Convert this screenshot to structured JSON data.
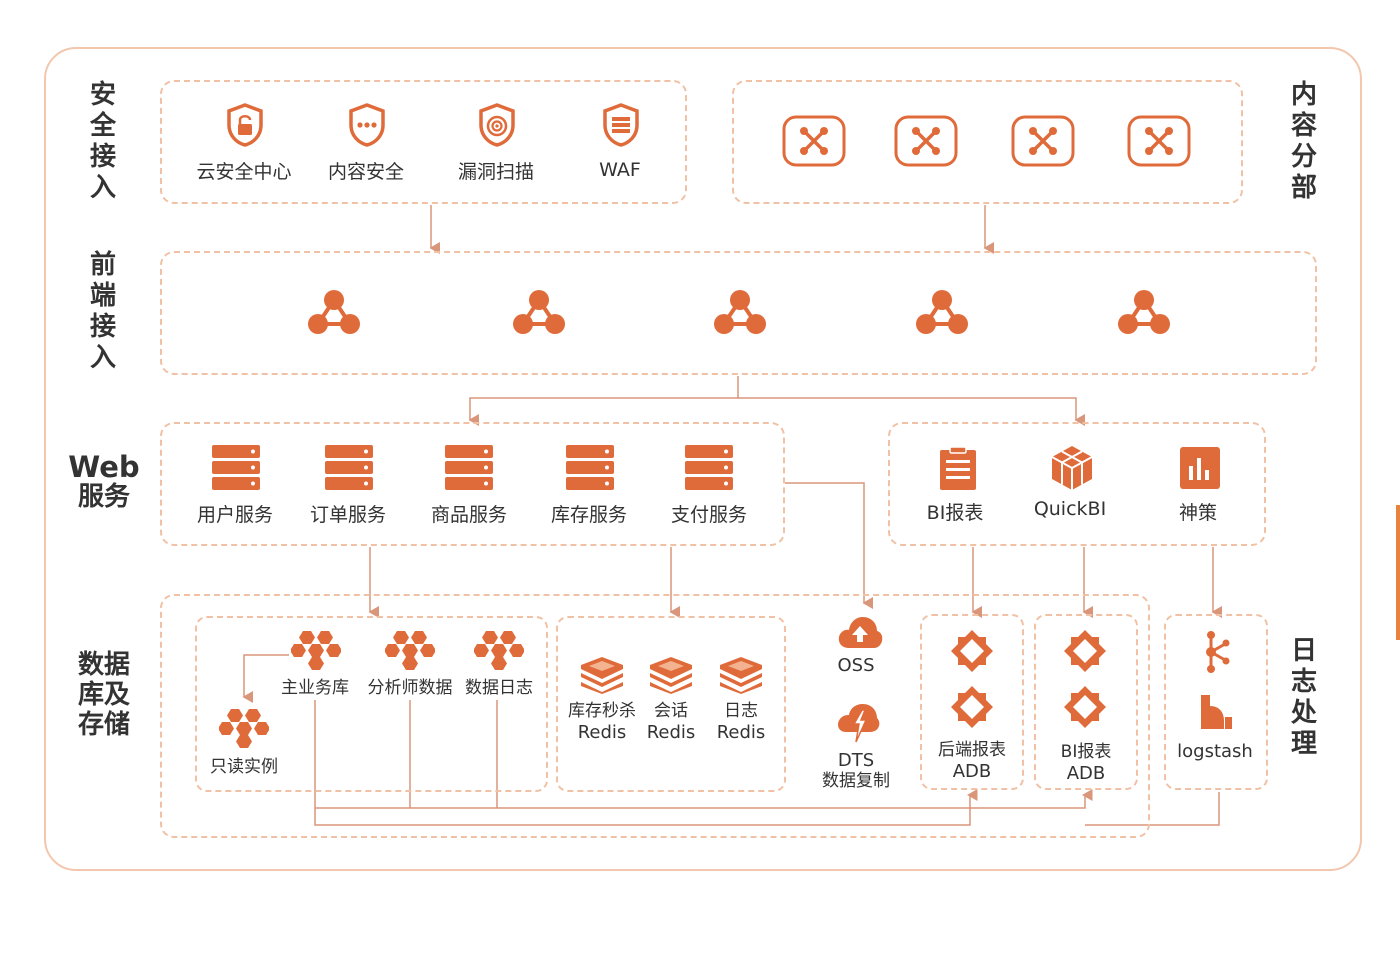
{
  "colors": {
    "accent": "#e06b3a",
    "dashed_border": "#f0c1a4",
    "frame_border": "#f2c7ad",
    "line": "#d9967a"
  },
  "sections": {
    "security_access": "安全接入",
    "cdn": "内容分部",
    "frontend_access": "前端接入",
    "web_services": [
      "Web",
      "服务"
    ],
    "db_storage": [
      "数据",
      "库及",
      "存储"
    ],
    "log_processing": "日志处理"
  },
  "security": {
    "items": [
      {
        "label": "云安全中心",
        "icon": "shield-lock-icon"
      },
      {
        "label": "内容安全",
        "icon": "shield-dots-icon"
      },
      {
        "label": "漏洞扫描",
        "icon": "shield-scan-icon"
      },
      {
        "label": "WAF",
        "icon": "shield-firewall-icon"
      }
    ]
  },
  "cdn": {
    "nodes": [
      "cdn-node-icon",
      "cdn-node-icon",
      "cdn-node-icon",
      "cdn-node-icon"
    ]
  },
  "frontend": {
    "nodes": [
      "slb-icon",
      "slb-icon",
      "slb-icon",
      "slb-icon",
      "slb-icon"
    ]
  },
  "web_services": {
    "items": [
      "用户服务",
      "订单服务",
      "商品服务",
      "库存服务",
      "支付服务"
    ]
  },
  "bi": {
    "items": [
      {
        "label": "BI报表",
        "icon": "report-icon"
      },
      {
        "label": "QuickBI",
        "icon": "cube-icon"
      },
      {
        "label": "神策",
        "icon": "bar-chart-icon"
      }
    ]
  },
  "databases": {
    "main": "主业务库",
    "analysis": "分析师数据",
    "log": "数据日志",
    "readonly": "只读实例"
  },
  "redis": [
    {
      "line1": "库存秒杀",
      "line2": "Redis"
    },
    {
      "line1": "会话",
      "line2": "Redis"
    },
    {
      "line1": "日志",
      "line2": "Redis"
    }
  ],
  "storage": {
    "oss": "OSS",
    "dts_line1": "DTS",
    "dts_line2": "数据复制"
  },
  "adb": [
    {
      "line1": "后端报表",
      "line2": "ADB"
    },
    {
      "line1": "BI报表",
      "line2": "ADB"
    }
  ],
  "logstash": "logstash"
}
